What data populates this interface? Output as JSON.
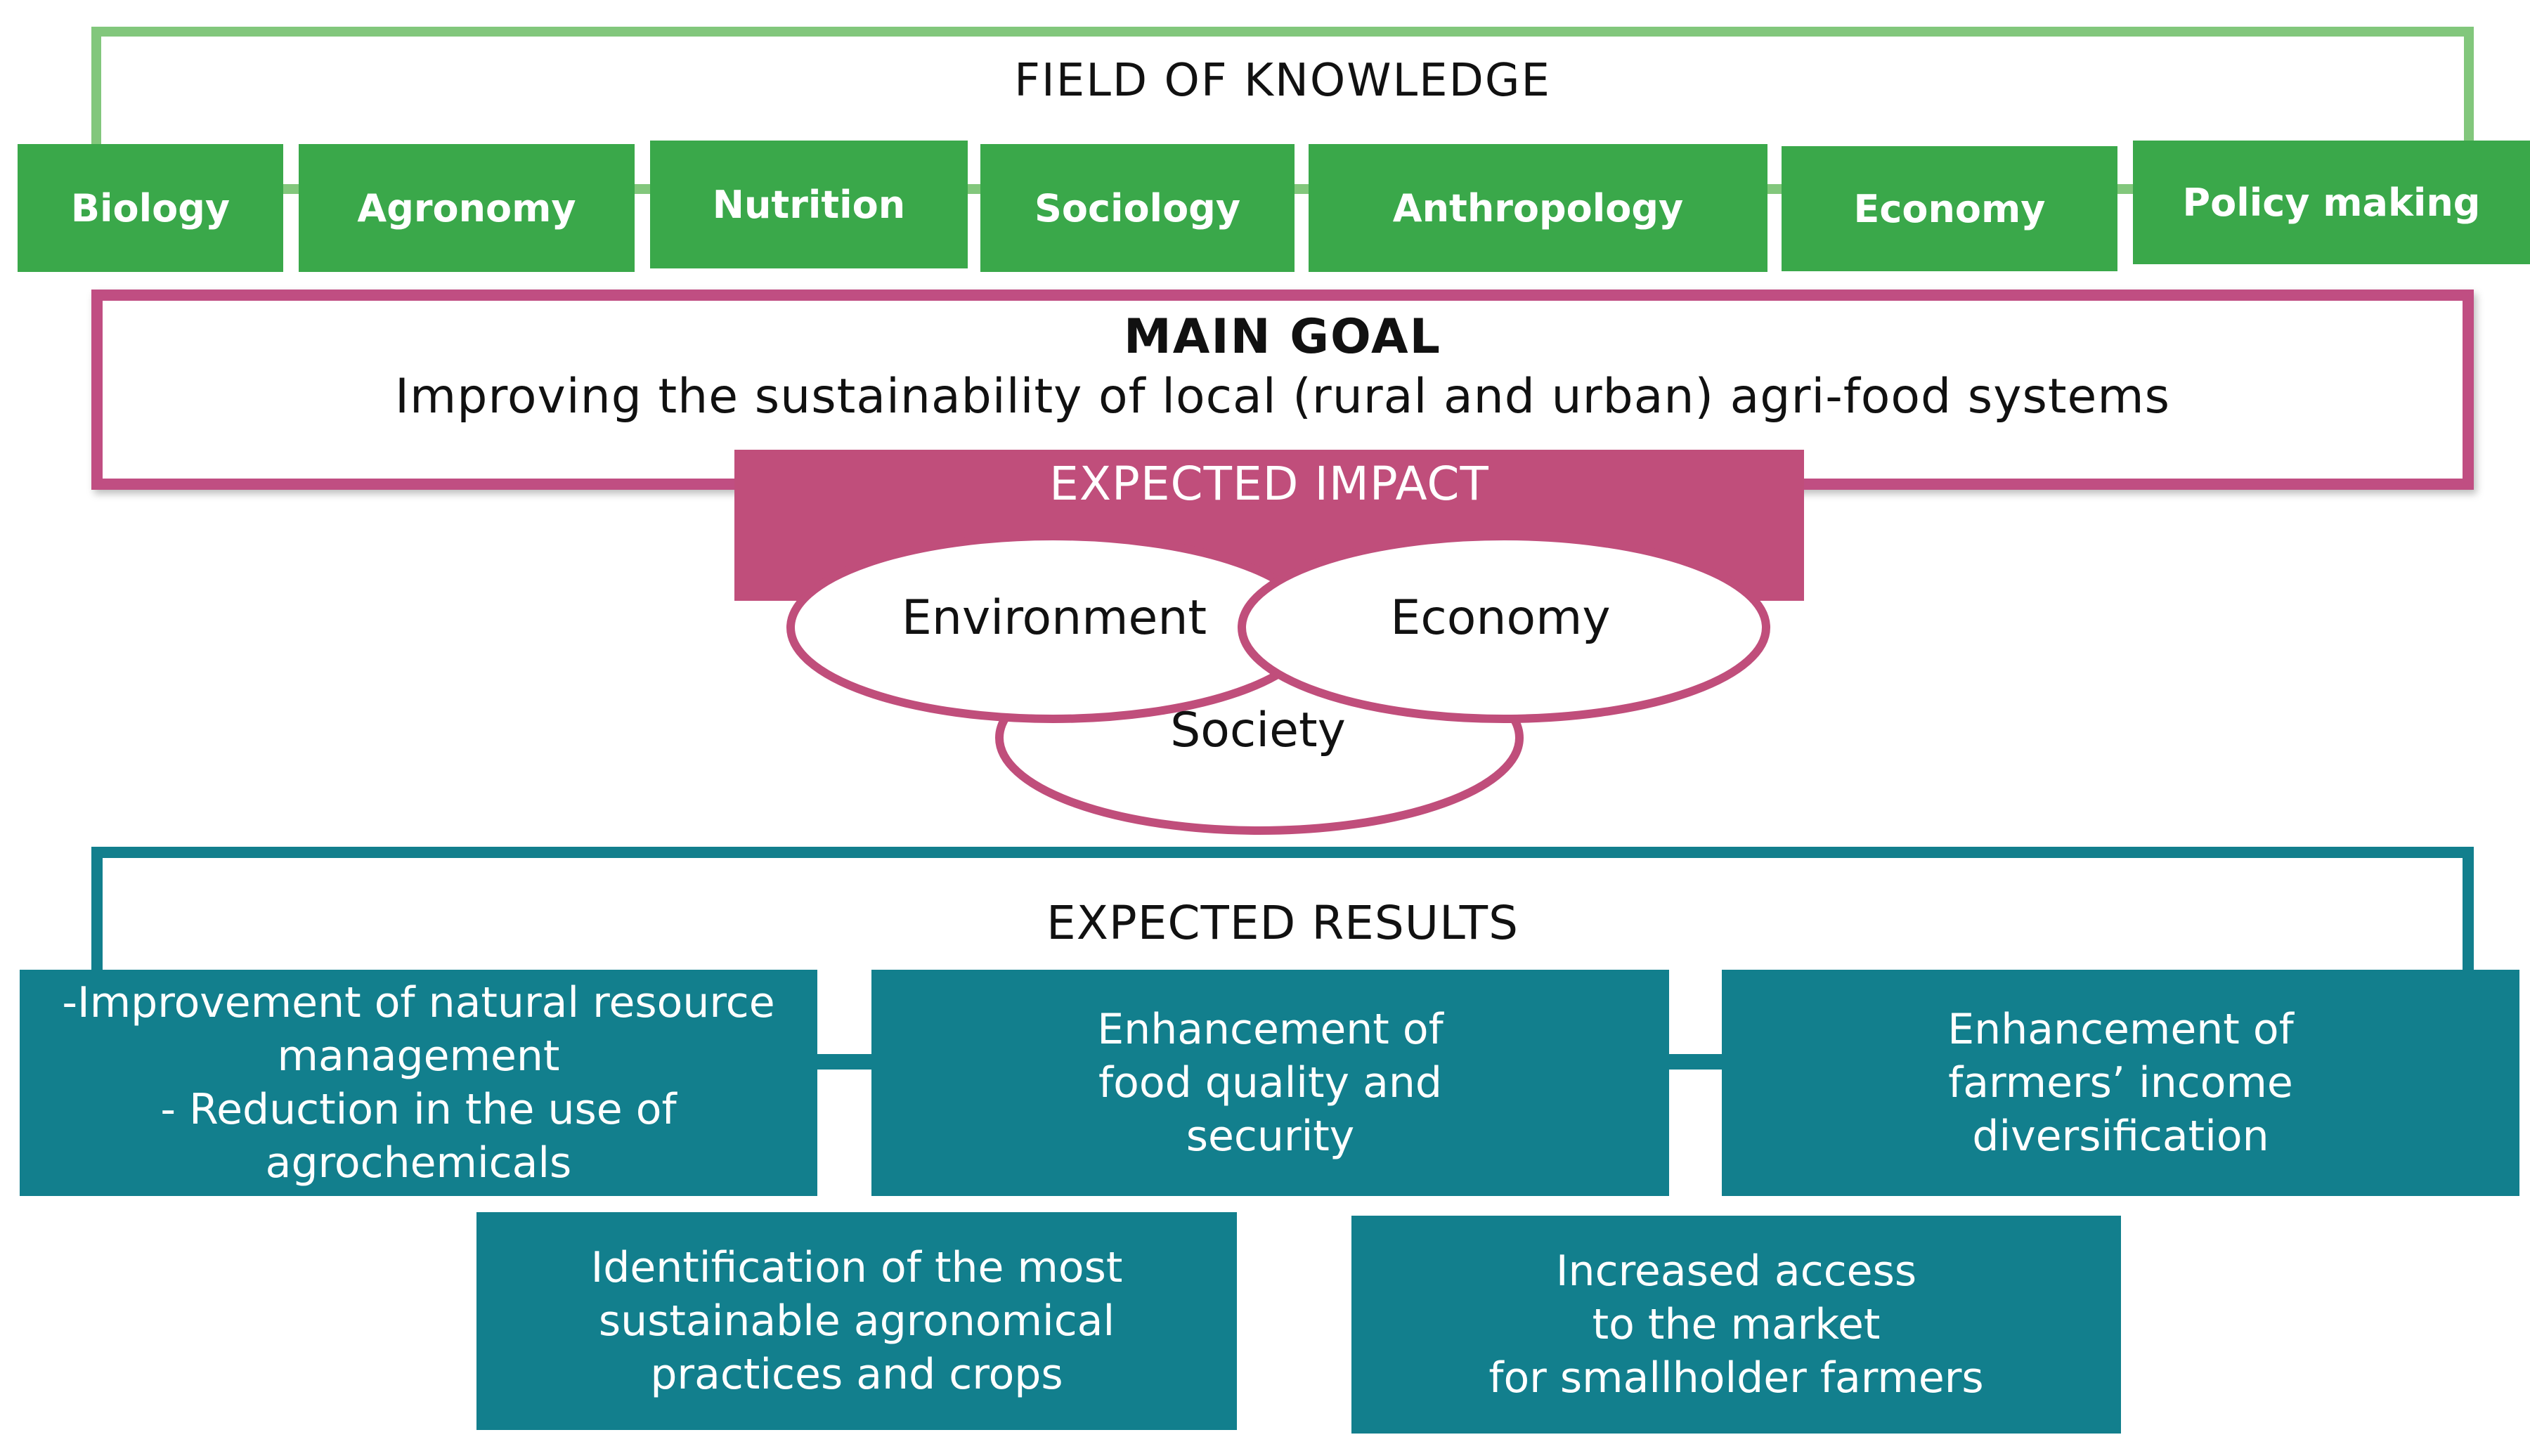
{
  "field_of_knowledge": {
    "title": "FIELD OF KNOWLEDGE",
    "items": [
      "Biology",
      "Agronomy",
      "Nutrition",
      "Sociology",
      "Anthropology",
      "Economy",
      "Policy making"
    ]
  },
  "main_goal": {
    "title": "MAIN GOAL",
    "text": "Improving the sustainability of local (rural and urban) agri-food systems"
  },
  "expected_impact": {
    "title": "EXPECTED IMPACT",
    "areas": [
      "Environment",
      "Economy",
      "Society"
    ]
  },
  "expected_results": {
    "title": "EXPECTED RESULTS",
    "items": [
      {
        "lines": [
          "-Improvement of natural resource",
          "management",
          "- Reduction in the use of",
          "agrochemicals"
        ]
      },
      {
        "lines": [
          "Enhancement of",
          "food quality and",
          "security"
        ]
      },
      {
        "lines": [
          "Enhancement of",
          "farmers’ income",
          "diversification"
        ]
      },
      {
        "lines": [
          "Identification of the most",
          "sustainable agronomical",
          "practices and crops"
        ]
      },
      {
        "lines": [
          "Increased access",
          "to the market",
          "for smallholder farmers"
        ]
      }
    ]
  },
  "colors": {
    "knowledge_frame": "#82c77c",
    "knowledge_box": "#3aa84a",
    "goal_accent": "#c04e82",
    "results_accent": "#127f8d"
  }
}
